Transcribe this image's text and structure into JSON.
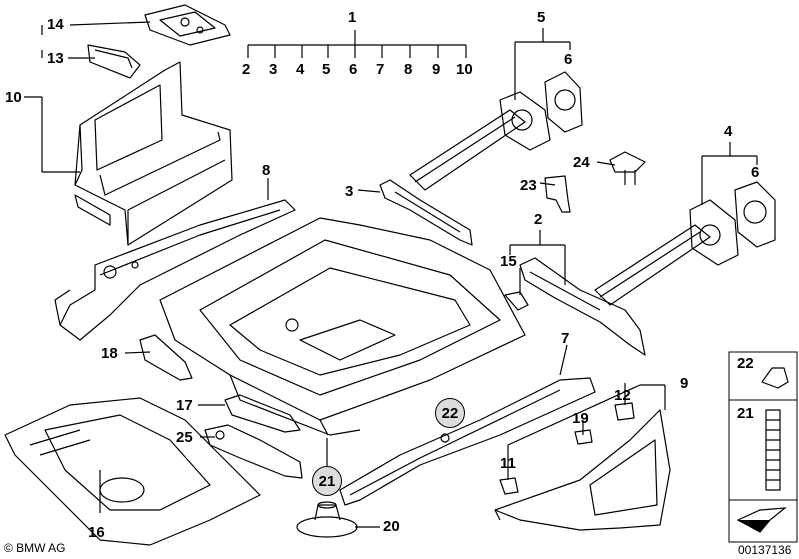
{
  "labels": {
    "l1": "1",
    "l2": "2",
    "l3": "3",
    "l4": "4",
    "l5": "5",
    "l6": "6",
    "l7": "7",
    "l8": "8",
    "l9": "9",
    "l10": "10",
    "l2b": "2",
    "l3b": "3",
    "l4b": "4",
    "l5b": "5",
    "l6b": "6",
    "l6c": "6",
    "l7b": "7",
    "l8b": "8",
    "l9b": "9",
    "l10b": "10",
    "l11": "11",
    "l12": "12",
    "l13": "13",
    "l14": "14",
    "l15": "15",
    "l16": "16",
    "l17": "17",
    "l18": "18",
    "l19": "19",
    "l20": "20",
    "l21": "21",
    "l21b": "21",
    "l22": "22",
    "l22b": "22",
    "l23": "23",
    "l24": "24",
    "l25": "25"
  },
  "footer": {
    "brand": "© BMW AG",
    "diagram_number": "00137136"
  }
}
